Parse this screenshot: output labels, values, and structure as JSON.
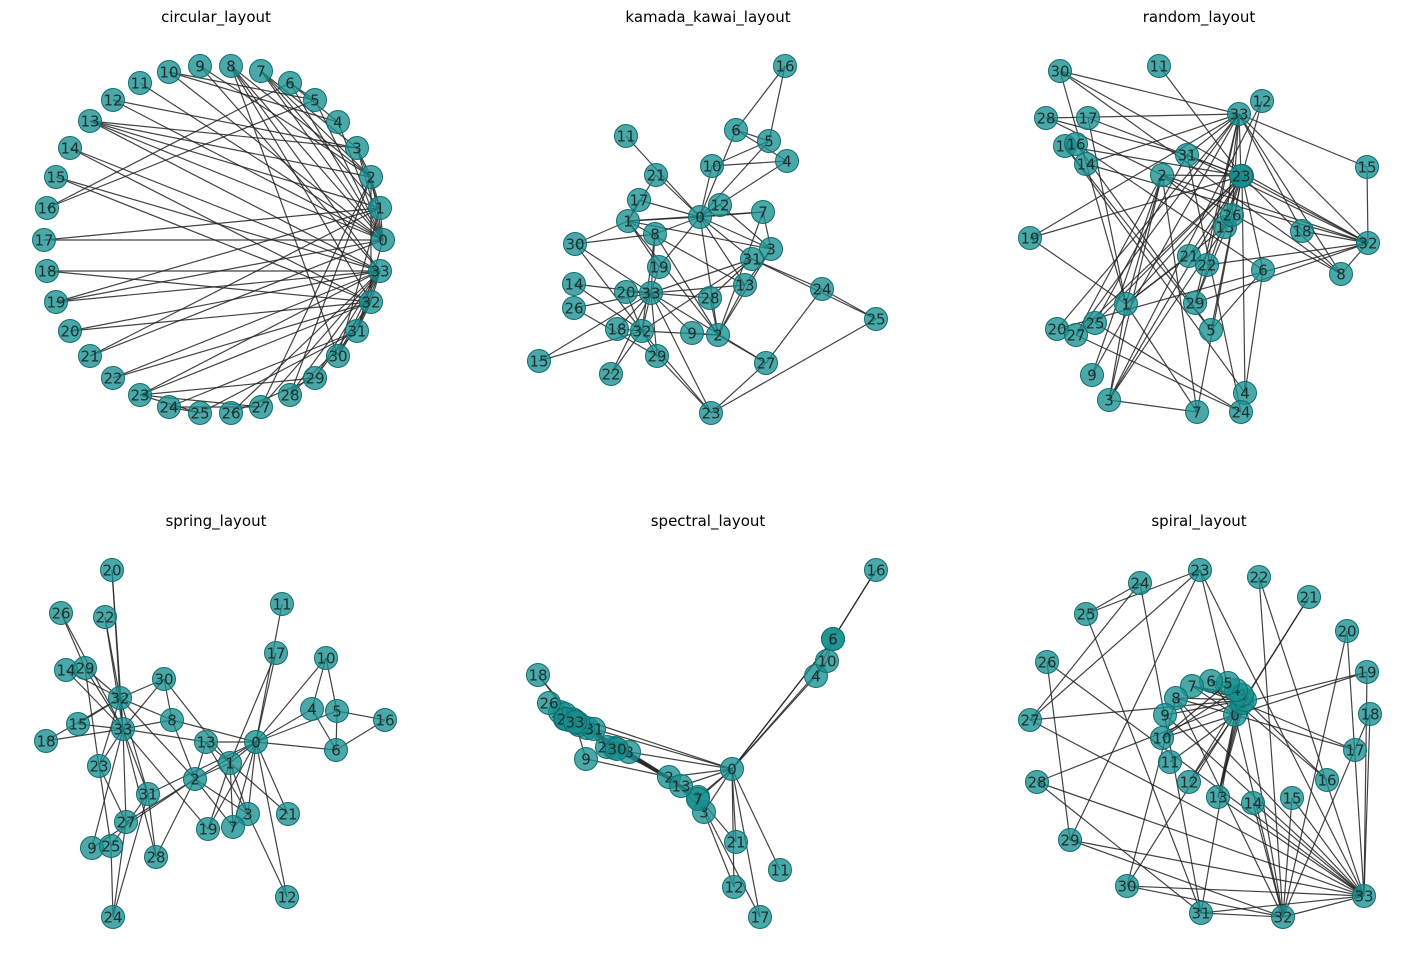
{
  "graph": {
    "nodes": [
      0,
      1,
      2,
      3,
      4,
      5,
      6,
      7,
      8,
      9,
      10,
      11,
      12,
      13,
      14,
      15,
      16,
      17,
      18,
      19,
      20,
      21,
      22,
      23,
      24,
      25,
      26,
      27,
      28,
      29,
      30,
      31,
      32,
      33
    ],
    "edges": [
      [
        0,
        1
      ],
      [
        0,
        2
      ],
      [
        0,
        3
      ],
      [
        0,
        4
      ],
      [
        0,
        5
      ],
      [
        0,
        6
      ],
      [
        0,
        7
      ],
      [
        0,
        8
      ],
      [
        0,
        10
      ],
      [
        0,
        11
      ],
      [
        0,
        12
      ],
      [
        0,
        13
      ],
      [
        0,
        17
      ],
      [
        0,
        19
      ],
      [
        0,
        21
      ],
      [
        0,
        31
      ],
      [
        1,
        2
      ],
      [
        1,
        3
      ],
      [
        1,
        7
      ],
      [
        1,
        13
      ],
      [
        1,
        17
      ],
      [
        1,
        19
      ],
      [
        1,
        21
      ],
      [
        1,
        30
      ],
      [
        2,
        3
      ],
      [
        2,
        7
      ],
      [
        2,
        8
      ],
      [
        2,
        9
      ],
      [
        2,
        13
      ],
      [
        2,
        27
      ],
      [
        2,
        28
      ],
      [
        2,
        32
      ],
      [
        3,
        7
      ],
      [
        3,
        12
      ],
      [
        3,
        13
      ],
      [
        4,
        6
      ],
      [
        4,
        10
      ],
      [
        5,
        6
      ],
      [
        5,
        10
      ],
      [
        5,
        16
      ],
      [
        6,
        16
      ],
      [
        8,
        30
      ],
      [
        8,
        32
      ],
      [
        8,
        33
      ],
      [
        9,
        33
      ],
      [
        13,
        33
      ],
      [
        14,
        32
      ],
      [
        14,
        33
      ],
      [
        15,
        32
      ],
      [
        15,
        33
      ],
      [
        18,
        32
      ],
      [
        18,
        33
      ],
      [
        19,
        33
      ],
      [
        20,
        32
      ],
      [
        20,
        33
      ],
      [
        22,
        32
      ],
      [
        22,
        33
      ],
      [
        23,
        25
      ],
      [
        23,
        27
      ],
      [
        23,
        29
      ],
      [
        23,
        32
      ],
      [
        23,
        33
      ],
      [
        24,
        25
      ],
      [
        24,
        27
      ],
      [
        24,
        31
      ],
      [
        25,
        31
      ],
      [
        26,
        29
      ],
      [
        26,
        33
      ],
      [
        27,
        33
      ],
      [
        28,
        31
      ],
      [
        28,
        33
      ],
      [
        29,
        32
      ],
      [
        29,
        33
      ],
      [
        30,
        32
      ],
      [
        30,
        33
      ],
      [
        31,
        32
      ],
      [
        31,
        33
      ],
      [
        32,
        33
      ]
    ]
  },
  "panels": [
    {
      "title": "circular_layout",
      "positions": {
        "0": [
          383,
          240
        ],
        "1": [
          380,
          208
        ],
        "2": [
          371,
          177
        ],
        "3": [
          357,
          148
        ],
        "4": [
          338,
          122
        ],
        "5": [
          315,
          100
        ],
        "6": [
          290,
          83
        ],
        "7": [
          261,
          71
        ],
        "8": [
          231,
          66
        ],
        "9": [
          200,
          66
        ],
        "10": [
          169,
          72
        ],
        "11": [
          140,
          83
        ],
        "12": [
          113,
          100
        ],
        "13": [
          90,
          121
        ],
        "14": [
          70,
          148
        ],
        "15": [
          56,
          177
        ],
        "16": [
          47,
          208
        ],
        "17": [
          44,
          240
        ],
        "18": [
          47,
          271
        ],
        "19": [
          56,
          302
        ],
        "20": [
          70,
          331
        ],
        "21": [
          90,
          356
        ],
        "22": [
          113,
          378
        ],
        "23": [
          140,
          395
        ],
        "24": [
          169,
          407
        ],
        "25": [
          200,
          413
        ],
        "26": [
          231,
          413
        ],
        "27": [
          261,
          407
        ],
        "28": [
          290,
          395
        ],
        "29": [
          315,
          378
        ],
        "30": [
          338,
          356
        ],
        "31": [
          357,
          331
        ],
        "32": [
          371,
          302
        ],
        "33": [
          380,
          271
        ]
      }
    },
    {
      "title": "kamada_kawai_layout",
      "positions": {
        "0": [
          700,
          217
        ],
        "1": [
          628,
          221
        ],
        "2": [
          718,
          335
        ],
        "3": [
          771,
          249
        ],
        "4": [
          787,
          161
        ],
        "5": [
          769,
          141
        ],
        "6": [
          736,
          130
        ],
        "7": [
          763,
          212
        ],
        "8": [
          655,
          234
        ],
        "9": [
          692,
          333
        ],
        "10": [
          712,
          166
        ],
        "11": [
          626,
          136
        ],
        "12": [
          720,
          205
        ],
        "13": [
          745,
          285
        ],
        "14": [
          574,
          284
        ],
        "15": [
          539,
          361
        ],
        "16": [
          785,
          66
        ],
        "17": [
          639,
          200
        ],
        "18": [
          617,
          329
        ],
        "19": [
          659,
          267
        ],
        "20": [
          626,
          292
        ],
        "21": [
          656,
          175
        ],
        "22": [
          611,
          374
        ],
        "23": [
          711,
          413
        ],
        "24": [
          822,
          289
        ],
        "25": [
          876,
          319
        ],
        "26": [
          574,
          308
        ],
        "27": [
          766,
          363
        ],
        "28": [
          710,
          298
        ],
        "29": [
          657,
          356
        ],
        "30": [
          575,
          244
        ],
        "31": [
          752,
          259
        ],
        "32": [
          642,
          331
        ],
        "33": [
          651,
          293
        ]
      }
    },
    {
      "title": "random_layout",
      "positions": {
        "0": [
          1242,
          176
        ],
        "1": [
          1126,
          304
        ],
        "2": [
          1162,
          175
        ],
        "3": [
          1109,
          400
        ],
        "4": [
          1245,
          393
        ],
        "5": [
          1211,
          330
        ],
        "6": [
          1263,
          270
        ],
        "7": [
          1197,
          412
        ],
        "8": [
          1341,
          274
        ],
        "9": [
          1092,
          375
        ],
        "10": [
          1065,
          146
        ],
        "11": [
          1159,
          66
        ],
        "12": [
          1262,
          101
        ],
        "13": [
          1225,
          227
        ],
        "14": [
          1086,
          164
        ],
        "15": [
          1367,
          167
        ],
        "16": [
          1076,
          144
        ],
        "17": [
          1088,
          118
        ],
        "18": [
          1302,
          231
        ],
        "19": [
          1030,
          238
        ],
        "20": [
          1057,
          329
        ],
        "21": [
          1189,
          256
        ],
        "22": [
          1207,
          265
        ],
        "23": [
          1241,
          176
        ],
        "24": [
          1241,
          412
        ],
        "25": [
          1095,
          323
        ],
        "26": [
          1232,
          215
        ],
        "27": [
          1076,
          335
        ],
        "28": [
          1046,
          118
        ],
        "29": [
          1195,
          303
        ],
        "30": [
          1060,
          71
        ],
        "31": [
          1187,
          155
        ],
        "32": [
          1368,
          243
        ],
        "33": [
          1239,
          114
        ]
      }
    },
    {
      "title": "spring_layout",
      "positions": {
        "0": [
          256,
          742
        ],
        "1": [
          230,
          763
        ],
        "2": [
          195,
          779
        ],
        "3": [
          248,
          814
        ],
        "4": [
          312,
          709
        ],
        "5": [
          337,
          711
        ],
        "6": [
          336,
          750
        ],
        "7": [
          233,
          827
        ],
        "8": [
          172,
          720
        ],
        "9": [
          92,
          848
        ],
        "10": [
          326,
          658
        ],
        "11": [
          282,
          604
        ],
        "12": [
          287,
          897
        ],
        "13": [
          206,
          742
        ],
        "14": [
          66,
          670
        ],
        "15": [
          78,
          724
        ],
        "16": [
          385,
          720
        ],
        "17": [
          276,
          653
        ],
        "18": [
          46,
          741
        ],
        "19": [
          208,
          829
        ],
        "20": [
          112,
          570
        ],
        "21": [
          288,
          814
        ],
        "22": [
          105,
          617
        ],
        "23": [
          99,
          766
        ],
        "24": [
          113,
          917
        ],
        "25": [
          111,
          846
        ],
        "26": [
          61,
          613
        ],
        "27": [
          126,
          822
        ],
        "28": [
          156,
          857
        ],
        "29": [
          85,
          668
        ],
        "30": [
          164,
          679
        ],
        "31": [
          148,
          794
        ],
        "32": [
          120,
          698
        ],
        "33": [
          123,
          729
        ]
      }
    },
    {
      "title": "spectral_layout",
      "positions": {
        "0": [
          732,
          769
        ],
        "1": [
          698,
          797
        ],
        "2": [
          669,
          777
        ],
        "3": [
          704,
          812
        ],
        "4": [
          816,
          676
        ],
        "5": [
          833,
          639
        ],
        "6": [
          833,
          639
        ],
        "7": [
          698,
          799
        ],
        "8": [
          629,
          752
        ],
        "9": [
          586,
          759
        ],
        "10": [
          827,
          661
        ],
        "11": [
          780,
          870
        ],
        "12": [
          734,
          887
        ],
        "13": [
          681,
          786
        ],
        "14": [
          569,
          720
        ],
        "15": [
          565,
          719
        ],
        "16": [
          876,
          570
        ],
        "17": [
          760,
          917
        ],
        "18": [
          538,
          675
        ],
        "19": [
          560,
          712
        ],
        "20": [
          574,
          720
        ],
        "21": [
          736,
          842
        ],
        "22": [
          572,
          719
        ],
        "23": [
          587,
          728
        ],
        "24": [
          614,
          748
        ],
        "25": [
          565,
          714
        ],
        "26": [
          549,
          703
        ],
        "27": [
          579,
          725
        ],
        "28": [
          607,
          747
        ],
        "29": [
          566,
          719
        ],
        "30": [
          617,
          749
        ],
        "31": [
          594,
          729
        ],
        "32": [
          578,
          723
        ],
        "33": [
          575,
          722
        ]
      }
    },
    {
      "title": "spiral_layout",
      "positions": {
        "0": [
          1235,
          715
        ],
        "1": [
          1242,
          703
        ],
        "2": [
          1245,
          700
        ],
        "3": [
          1242,
          695
        ],
        "4": [
          1236,
          690
        ],
        "5": [
          1228,
          683
        ],
        "6": [
          1211,
          681
        ],
        "7": [
          1192,
          686
        ],
        "8": [
          1176,
          698
        ],
        "9": [
          1165,
          715
        ],
        "10": [
          1162,
          738
        ],
        "11": [
          1170,
          762
        ],
        "12": [
          1189,
          782
        ],
        "13": [
          1218,
          797
        ],
        "14": [
          1253,
          803
        ],
        "15": [
          1292,
          798
        ],
        "16": [
          1327,
          780
        ],
        "17": [
          1355,
          750
        ],
        "18": [
          1370,
          714
        ],
        "19": [
          1367,
          672
        ],
        "20": [
          1347,
          631
        ],
        "21": [
          1309,
          597
        ],
        "22": [
          1259,
          577
        ],
        "23": [
          1200,
          570
        ],
        "24": [
          1140,
          583
        ],
        "25": [
          1086,
          614
        ],
        "26": [
          1047,
          662
        ],
        "27": [
          1030,
          720
        ],
        "28": [
          1037,
          782
        ],
        "29": [
          1070,
          840
        ],
        "30": [
          1127,
          886
        ],
        "31": [
          1201,
          913
        ],
        "32": [
          1283,
          917
        ],
        "33": [
          1364,
          896
        ]
      }
    }
  ]
}
